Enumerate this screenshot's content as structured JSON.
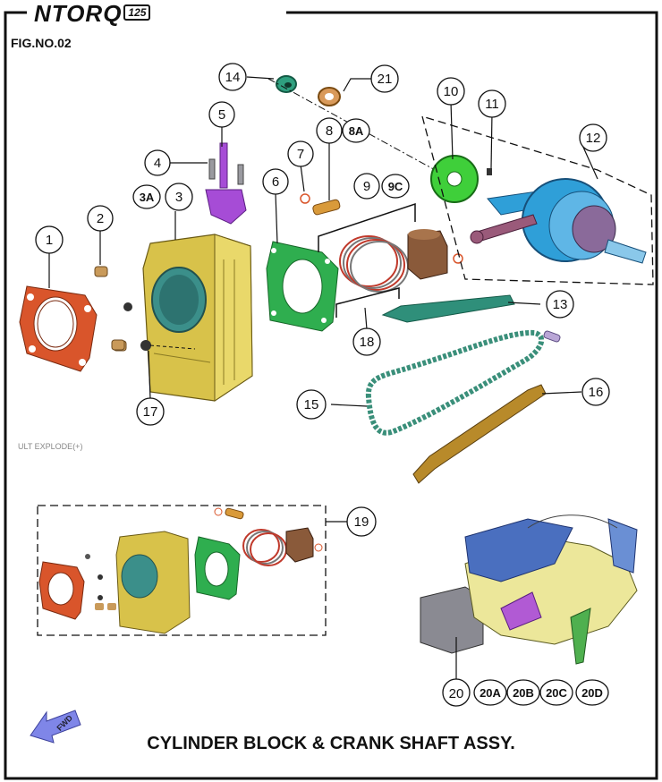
{
  "brand": {
    "name": "NTORQ",
    "model": "125"
  },
  "figure_no": "FIG.NO.02",
  "diagram_title": "CYLINDER BLOCK & CRANK SHAFT ASSY.",
  "watermark": "ULT EXPLODE(+)",
  "direction_label": "FWD",
  "callouts": [
    "1",
    "2",
    "3",
    "3A",
    "4",
    "5",
    "6",
    "7",
    "8",
    "8A",
    "9",
    "9C",
    "10",
    "11",
    "12",
    "13",
    "14",
    "15",
    "16",
    "17",
    "18",
    "19",
    "20",
    "20A",
    "20B",
    "20C",
    "20D",
    "21"
  ],
  "colors": {
    "gasket": "#d9552b",
    "cylinder": "#d8c24a",
    "head_gasket": "#2fae4f",
    "tensioner": "#a64cd6",
    "crank": "#2f9fd8",
    "chain": "#3a8f7a",
    "piston": "#8a5a3a",
    "border": "#111111",
    "arrow": "#7f86e8"
  }
}
